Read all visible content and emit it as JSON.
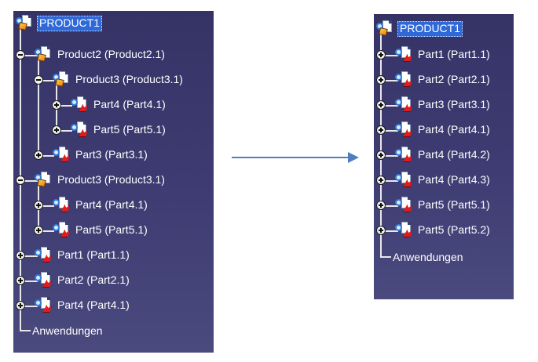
{
  "left_tree": {
    "root": "PRODUCT1",
    "items": [
      "Product2 (Product2.1)",
      "Product3 (Product3.1)",
      "Part4 (Part4.1)",
      "Part5 (Part5.1)",
      "Part3 (Part3.1)",
      "Product3 (Product3.1)",
      "Part4 (Part4.1)",
      "Part5 (Part5.1)",
      "Part1 (Part1.1)",
      "Part2 (Part2.1)",
      "Part4 (Part4.1)"
    ],
    "applications": "Anwendungen"
  },
  "right_tree": {
    "root": "PRODUCT1",
    "items": [
      "Part1 (Part1.1)",
      "Part2 (Part2.1)",
      "Part3 (Part3.1)",
      "Part4 (Part4.1)",
      "Part4 (Part4.2)",
      "Part4 (Part4.3)",
      "Part5 (Part5.1)",
      "Part5 (Part5.2)"
    ],
    "applications": "Anwendungen"
  },
  "icons": {
    "product": "product-icon",
    "part": "part-icon",
    "expand": "plus-expander-icon",
    "collapse": "minus-expander-icon",
    "arrow": "right-arrow-icon"
  }
}
